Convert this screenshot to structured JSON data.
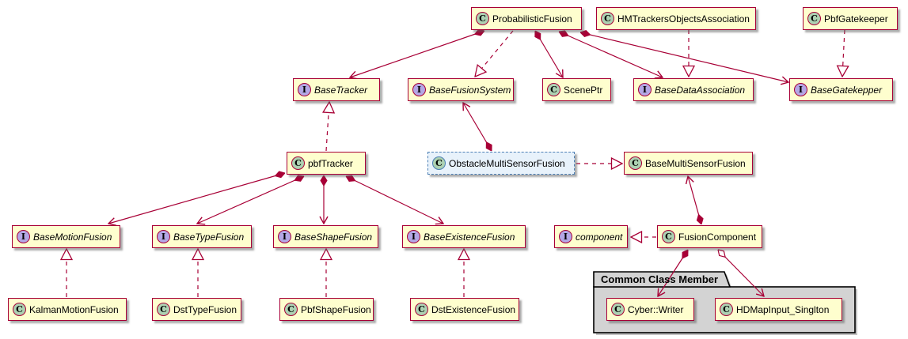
{
  "diagram": {
    "kind": "uml-class-diagram",
    "package": {
      "title": "Common Class Member"
    },
    "nodes": {
      "probabilistic_fusion": {
        "badge": "C",
        "label": "ProbabilisticFusion"
      },
      "hm_trackers_objects_association": {
        "badge": "C",
        "label": "HMTrackersObjectsAssociation"
      },
      "pbf_gatekeeper": {
        "badge": "C",
        "label": "PbfGatekeeper"
      },
      "base_tracker": {
        "badge": "I",
        "label": "BaseTracker"
      },
      "base_fusion_system": {
        "badge": "I",
        "label": "BaseFusionSystem"
      },
      "scene_ptr": {
        "badge": "C",
        "label": "ScenePtr"
      },
      "base_data_association": {
        "badge": "I",
        "label": "BaseDataAssociation"
      },
      "base_gatekepper": {
        "badge": "I",
        "label": "BaseGatekepper"
      },
      "pbf_tracker": {
        "badge": "C",
        "label": "pbfTracker"
      },
      "obstacle_multi_sensor_fusion": {
        "badge": "C",
        "label": "ObstacleMultiSensorFusion"
      },
      "base_multi_sensor_fusion": {
        "badge": "C",
        "label": "BaseMultiSensorFusion"
      },
      "base_motion_fusion": {
        "badge": "I",
        "label": "BaseMotionFusion"
      },
      "base_type_fusion": {
        "badge": "I",
        "label": "BaseTypeFusion"
      },
      "base_shape_fusion": {
        "badge": "I",
        "label": "BaseShapeFusion"
      },
      "base_existence_fusion": {
        "badge": "I",
        "label": "BaseExistenceFusion"
      },
      "component": {
        "badge": "I",
        "label": "component"
      },
      "fusion_component": {
        "badge": "C",
        "label": "FusionComponent"
      },
      "kalman_motion_fusion": {
        "badge": "C",
        "label": "KalmanMotionFusion"
      },
      "dst_type_fusion": {
        "badge": "C",
        "label": "DstTypeFusion"
      },
      "pbf_shape_fusion": {
        "badge": "C",
        "label": "PbfShapeFusion"
      },
      "dst_existence_fusion": {
        "badge": "C",
        "label": "DstExistenceFusion"
      },
      "cyber_writer": {
        "badge": "C",
        "label": "Cyber::Writer"
      },
      "hdmap_input_singlton": {
        "badge": "C",
        "label": "HDMapInput_Singlton"
      }
    },
    "relationships": [
      {
        "from": "ProbabilisticFusion",
        "to": "BaseTracker",
        "type": "composition"
      },
      {
        "from": "ProbabilisticFusion",
        "to": "BaseFusionSystem",
        "type": "realization"
      },
      {
        "from": "ProbabilisticFusion",
        "to": "ScenePtr",
        "type": "composition"
      },
      {
        "from": "ProbabilisticFusion",
        "to": "BaseDataAssociation",
        "type": "composition"
      },
      {
        "from": "ProbabilisticFusion",
        "to": "BaseGatekepper",
        "type": "composition"
      },
      {
        "from": "HMTrackersObjectsAssociation",
        "to": "BaseDataAssociation",
        "type": "realization"
      },
      {
        "from": "PbfGatekeeper",
        "to": "BaseGatekepper",
        "type": "realization"
      },
      {
        "from": "pbfTracker",
        "to": "BaseTracker",
        "type": "realization"
      },
      {
        "from": "ObstacleMultiSensorFusion",
        "to": "BaseFusionSystem",
        "type": "composition"
      },
      {
        "from": "ObstacleMultiSensorFusion",
        "to": "BaseMultiSensorFusion",
        "type": "realization"
      },
      {
        "from": "pbfTracker",
        "to": "BaseMotionFusion",
        "type": "composition"
      },
      {
        "from": "pbfTracker",
        "to": "BaseTypeFusion",
        "type": "composition"
      },
      {
        "from": "pbfTracker",
        "to": "BaseShapeFusion",
        "type": "composition"
      },
      {
        "from": "pbfTracker",
        "to": "BaseExistenceFusion",
        "type": "composition"
      },
      {
        "from": "KalmanMotionFusion",
        "to": "BaseMotionFusion",
        "type": "realization"
      },
      {
        "from": "DstTypeFusion",
        "to": "BaseTypeFusion",
        "type": "realization"
      },
      {
        "from": "PbfShapeFusion",
        "to": "BaseShapeFusion",
        "type": "realization"
      },
      {
        "from": "DstExistenceFusion",
        "to": "BaseExistenceFusion",
        "type": "realization"
      },
      {
        "from": "FusionComponent",
        "to": "BaseMultiSensorFusion",
        "type": "composition"
      },
      {
        "from": "FusionComponent",
        "to": "component",
        "type": "realization"
      },
      {
        "from": "FusionComponent",
        "to": "Cyber::Writer",
        "type": "composition"
      },
      {
        "from": "FusionComponent",
        "to": "HDMapInput_Singlton",
        "type": "aggregation"
      }
    ],
    "colors": {
      "class_fill": "#FEFECE",
      "border": "#A80036",
      "line": "#A80036",
      "class_badge_fill": "#ADD1B2",
      "interface_badge_fill": "#B4A7E5",
      "highlight_fill": "#E8F2FB",
      "highlight_border": "#4C7FB5",
      "package_fill": "#D3D3D3",
      "package_border": "#000000"
    }
  }
}
